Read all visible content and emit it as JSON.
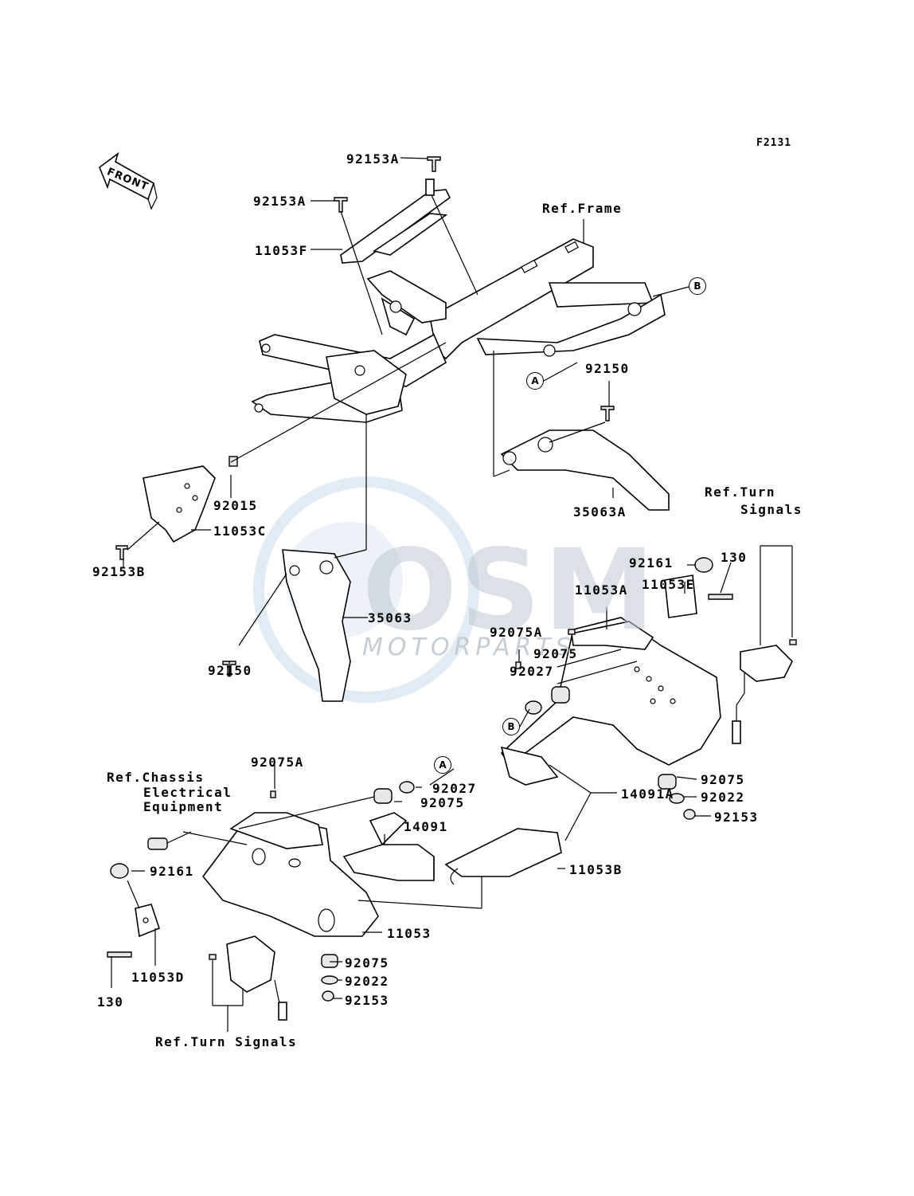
{
  "figure_code": "F2131",
  "front_mark": "FRONT",
  "watermark": {
    "main": "OSM",
    "sub": "MOTORPARTS"
  },
  "callouts": {
    "a": "A",
    "b": "B"
  },
  "labels": {
    "p92153A_top": "92153A",
    "p92153A_mid": "92153A",
    "p11053F": "11053F",
    "ref_frame": "Ref.Frame",
    "p92150_right": "92150",
    "p35063A": "35063A",
    "p92015": "92015",
    "p11053C": "11053C",
    "p92153B": "92153B",
    "p35063": "35063",
    "p92150_left": "92150",
    "ref_turn_signals_right_1": "Ref.Turn",
    "ref_turn_signals_right_2": "Signals",
    "p92161_right": "92161",
    "p130_right": "130",
    "p11053A": "11053A",
    "p11053E": "11053E",
    "p92075A_right": "92075A",
    "p92075_right_top": "92075",
    "p92027_right": "92027",
    "p92075_right_bottom": "92075",
    "p92022_right": "92022",
    "p92153_right": "92153",
    "p14091A": "14091A",
    "p92075A_left": "92075A",
    "ref_chassis_1": "Ref.Chassis",
    "ref_chassis_2": "Electrical",
    "ref_chassis_3": "Equipment",
    "p92027_left": "92027",
    "p92075_left_top": "92075",
    "p14091": "14091",
    "p11053B": "11053B",
    "p92161_left": "92161",
    "p11053": "11053",
    "p11053D": "11053D",
    "p130_left": "130",
    "p92075_left_bottom": "92075",
    "p92022_left": "92022",
    "p92153_left": "92153",
    "ref_turn_signals_left": "Ref.Turn Signals"
  }
}
